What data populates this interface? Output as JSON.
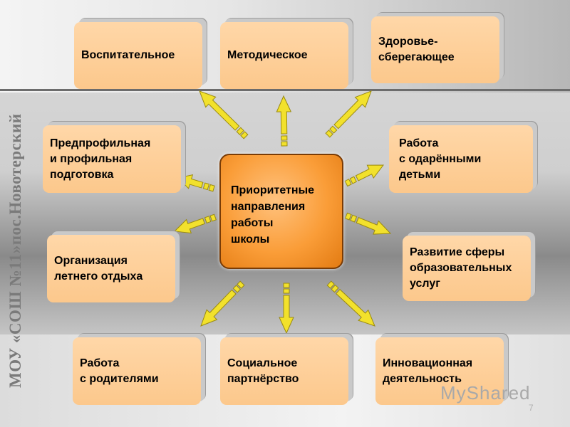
{
  "side_title": "МОУ «СОШ №11»пос.Новотерский",
  "center_label": "Приоритетные\nнаправления\n   работы\n   школы",
  "nodes": {
    "vospitatelnoe": "Воспитательное",
    "metodicheskoe": "Методическое",
    "zdorovie": "Здоровье-\nсберегающее",
    "predprofil": "Предпрофильная\nи профильная\nподготовка",
    "odarennye": " Работа\nс одарёнными\n  детьми",
    "leto": "Организация\nлетнего отдыха",
    "razvitie": "Развитие сферы\nобразовательных\nуслуг",
    "roditeli": "   Работа\nс родителями",
    "partnerstvo": "Социальное\nпартнёрство",
    "innovacii": "Инновационная\nдеятельность"
  },
  "watermark": "MyShared",
  "slide_number": "7",
  "colors": {
    "box_fill": "#fcc88c",
    "center_fill": "#fa9d38",
    "arrow_fill": "#f2e12c",
    "arrow_stroke": "#9a8a12"
  }
}
